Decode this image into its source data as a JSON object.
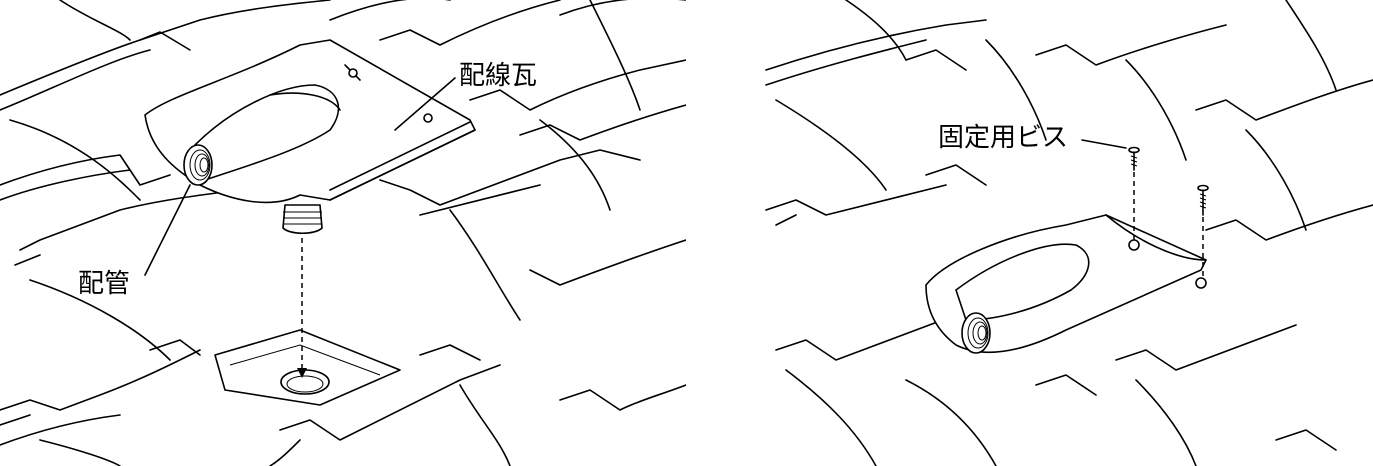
{
  "left_diagram": {
    "callouts": {
      "wiring_tile": "配線瓦",
      "piping": "配管"
    }
  },
  "right_diagram": {
    "callouts": {
      "fixing_screw": "固定用ビス"
    }
  }
}
